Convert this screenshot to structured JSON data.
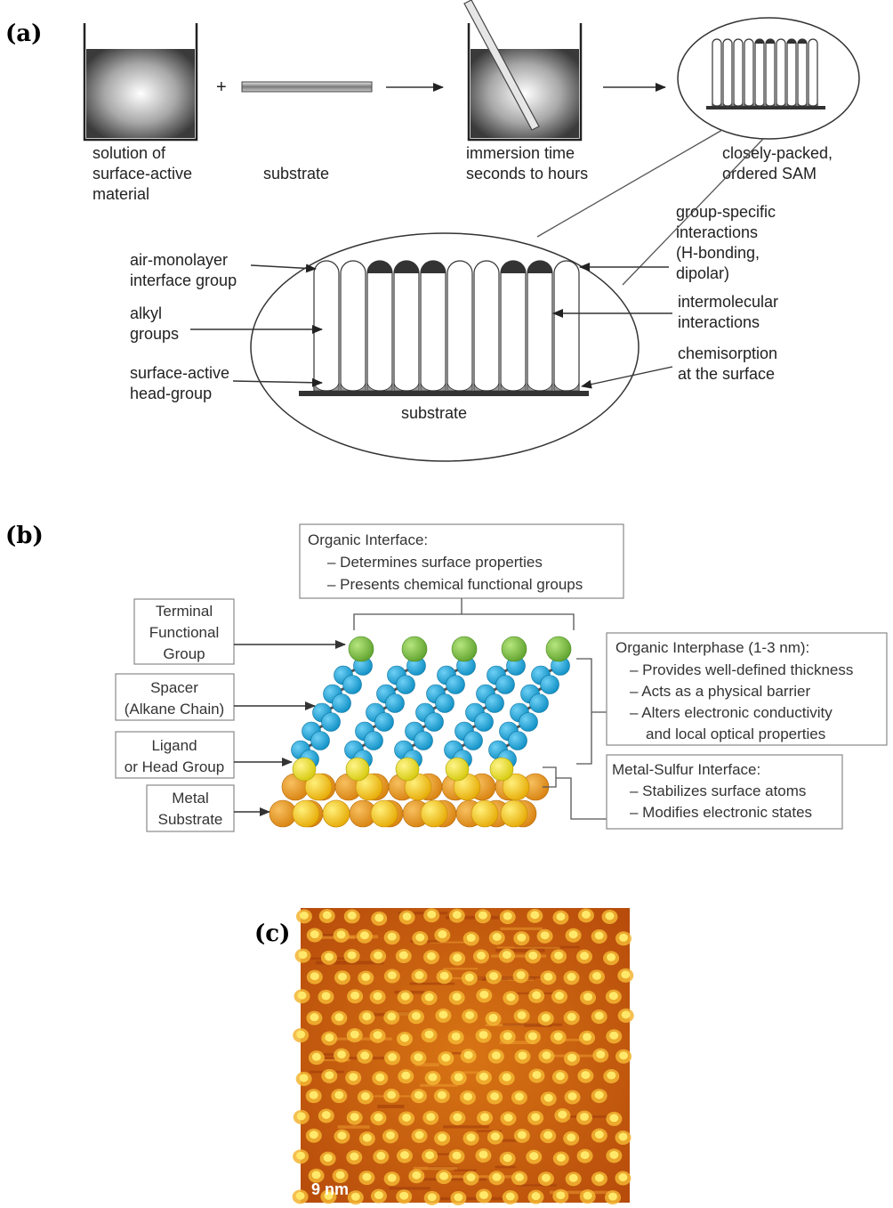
{
  "panel_a": {
    "label": "(a)",
    "solution_label": [
      "solution of",
      "surface-active",
      "material"
    ],
    "plus": "+",
    "substrate_label": "substrate",
    "immersion_label": [
      "immersion time",
      "seconds to hours"
    ],
    "sam_label": [
      "closely-packed,",
      "ordered SAM"
    ],
    "air_monolayer_label": [
      "air-monolayer",
      "interface group"
    ],
    "alkyl_label": [
      "alkyl",
      "groups"
    ],
    "head_group_label": [
      "surface-active",
      "head-group"
    ],
    "group_specific_label": [
      "group-specific",
      "interactions",
      "(H-bonding,",
      "dipolar)"
    ],
    "intermolecular_label": [
      "intermolecular",
      "interactions"
    ],
    "chemisorption_label": [
      "chemisorption",
      "at the surface"
    ],
    "substrate_bottom_label": "substrate"
  },
  "panel_b": {
    "label": "(b)",
    "organic_interface": {
      "title": "Organic Interface:",
      "items": [
        "– Determines surface properties",
        "– Presents chemical functional groups"
      ]
    },
    "terminal_group": [
      "Terminal",
      "Functional",
      "Group"
    ],
    "spacer": [
      "Spacer",
      "(Alkane Chain)"
    ],
    "ligand": [
      "Ligand",
      "or Head Group"
    ],
    "metal_substrate": [
      "Metal",
      "Substrate"
    ],
    "organic_interphase": {
      "title": "Organic Interphase (1-3 nm):",
      "items": [
        "– Provides well-defined thickness",
        "– Acts as a physical barrier",
        "– Alters electronic conductivity",
        "and local optical properties"
      ]
    },
    "metal_sulfur": {
      "title": "Metal-Sulfur Interface:",
      "items": [
        "– Stabilizes surface atoms",
        "– Modifies electronic states"
      ]
    },
    "colors": {
      "terminal": "#7cc242",
      "chain": "#1ba6de",
      "sulfur": "#e8e21c",
      "metal_back": "#e79a1f",
      "metal_front": "#f2c40c"
    }
  },
  "panel_c": {
    "label": "(c)",
    "scale_label": "9 nm",
    "colors": {
      "dark": "#8a2a08",
      "mid": "#d36d0e",
      "bright": "#ffe34a"
    }
  }
}
